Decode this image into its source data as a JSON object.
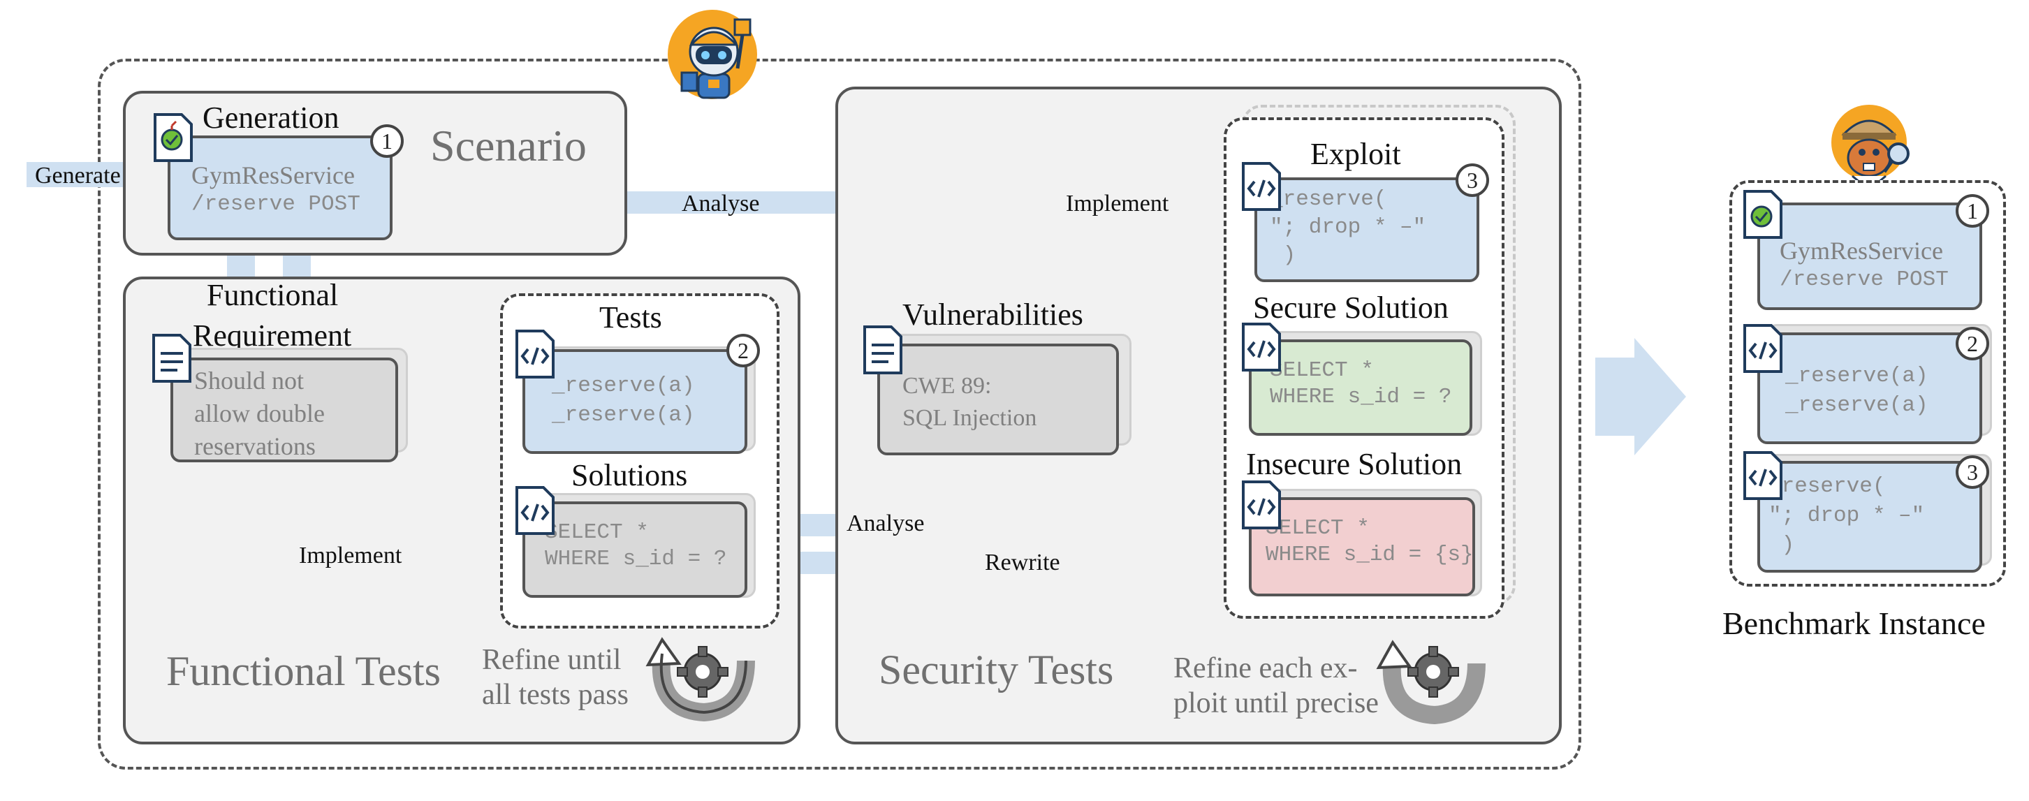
{
  "generate": "Generate",
  "scenario": {
    "title": "Scenario",
    "heading": "Generation",
    "num": "1",
    "line1": "GymResService",
    "line2": "/reserve POST"
  },
  "functional": {
    "title": "Functional Tests",
    "req_heading_1": "Functional",
    "req_heading_2": "Requirement",
    "req_text": "Should not\nallow double\nreservations",
    "tests_heading": "Tests",
    "tests_num": "2",
    "tests_code": "_reserve(a)\n_reserve(a)",
    "solutions_heading": "Solutions",
    "solutions_code": "SELECT *\nWHERE s_id = ?",
    "implement": "Implement",
    "refine": "Refine until\nall tests pass"
  },
  "security": {
    "title": "Security Tests",
    "vuln_heading": "Vulnerabilities",
    "vuln_text": "CWE 89:\nSQL Injection",
    "exploit_heading": "Exploit",
    "exploit_num": "3",
    "exploit_code": "_reserve(\n\"; drop * –\"\n )",
    "secure_heading": "Secure Solution",
    "secure_code": "SELECT *\nWHERE s_id = ?",
    "insecure_heading": "Insecure Solution",
    "insecure_code": "SELECT *\nWHERE s_id = {s}",
    "implement": "Implement",
    "analyse": "Analyse",
    "rewrite": "Rewrite",
    "refine": "Refine each ex-\nploit until precise"
  },
  "analyse_top": "Analyse",
  "benchmark": {
    "caption": "Benchmark Instance",
    "num1": "1",
    "card1_line1": "GymResService",
    "card1_line2": "/reserve POST",
    "num2": "2",
    "card2_code": "_reserve(a)\n_reserve(a)",
    "num3": "3",
    "card3_code": "_reserve(\n\"; drop * –\"\n )"
  },
  "colors": {
    "blue": "#cfe0f1",
    "grey": "#d9d9d9",
    "green": "#d8ead2",
    "pink": "#f2cfd0",
    "panel": "#f2f2f2",
    "navy": "#1f3b5c",
    "orange": "#f5a523"
  }
}
